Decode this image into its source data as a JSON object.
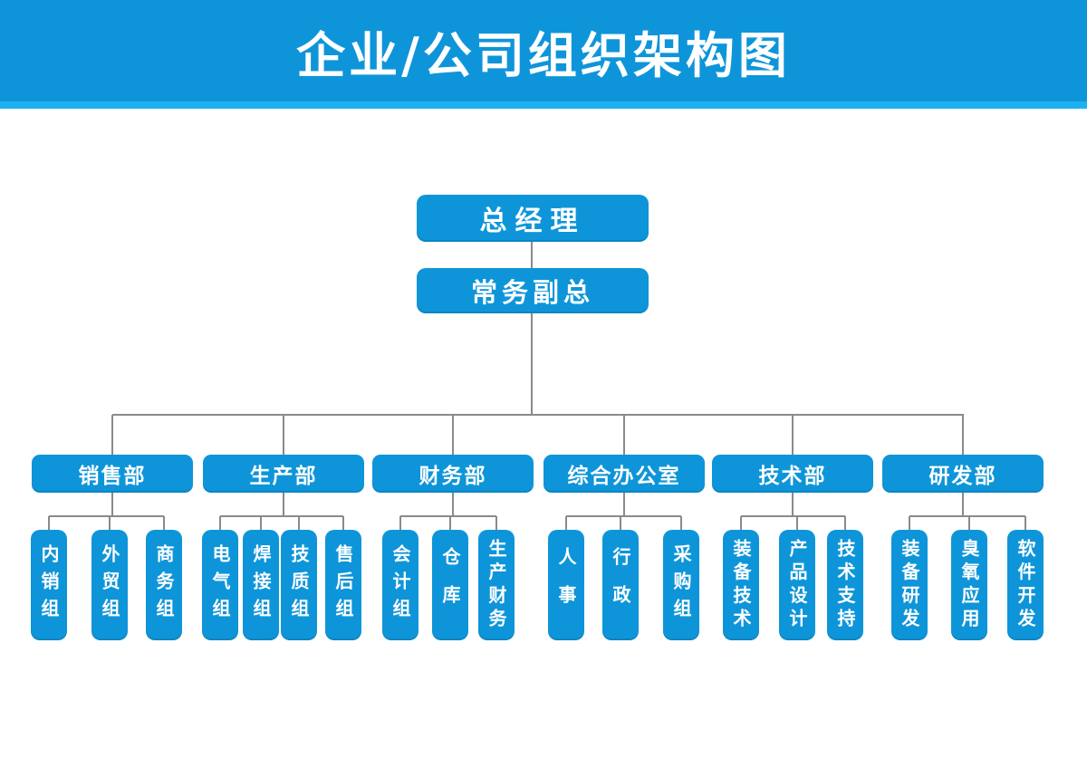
{
  "title": "企业/公司组织架构图",
  "colors": {
    "banner": "#0e95d9",
    "banner_strip": "#1eb1ef",
    "primary": "#0e95d9",
    "line": "#8a8a8a",
    "node_text": "#ffffff",
    "background": "#ffffff"
  },
  "tree": {
    "root": {
      "label": "总经理"
    },
    "deputy": {
      "label": "常务副总"
    },
    "departments": [
      {
        "label": "销售部",
        "children": [
          "内销组",
          "外贸组",
          "商务组"
        ]
      },
      {
        "label": "生产部",
        "children": [
          "电气组",
          "焊接组",
          "技质组",
          "售后组"
        ]
      },
      {
        "label": "财务部",
        "children": [
          "会计组",
          "仓库",
          "生产财务"
        ]
      },
      {
        "label": "综合办公室",
        "children": [
          "人事",
          "行政",
          "采购组"
        ]
      },
      {
        "label": "技术部",
        "children": [
          "装备技术",
          "产品设计",
          "技术支持"
        ]
      },
      {
        "label": "研发部",
        "children": [
          "装备研发",
          "臭氧应用",
          "软件开发"
        ]
      }
    ]
  }
}
